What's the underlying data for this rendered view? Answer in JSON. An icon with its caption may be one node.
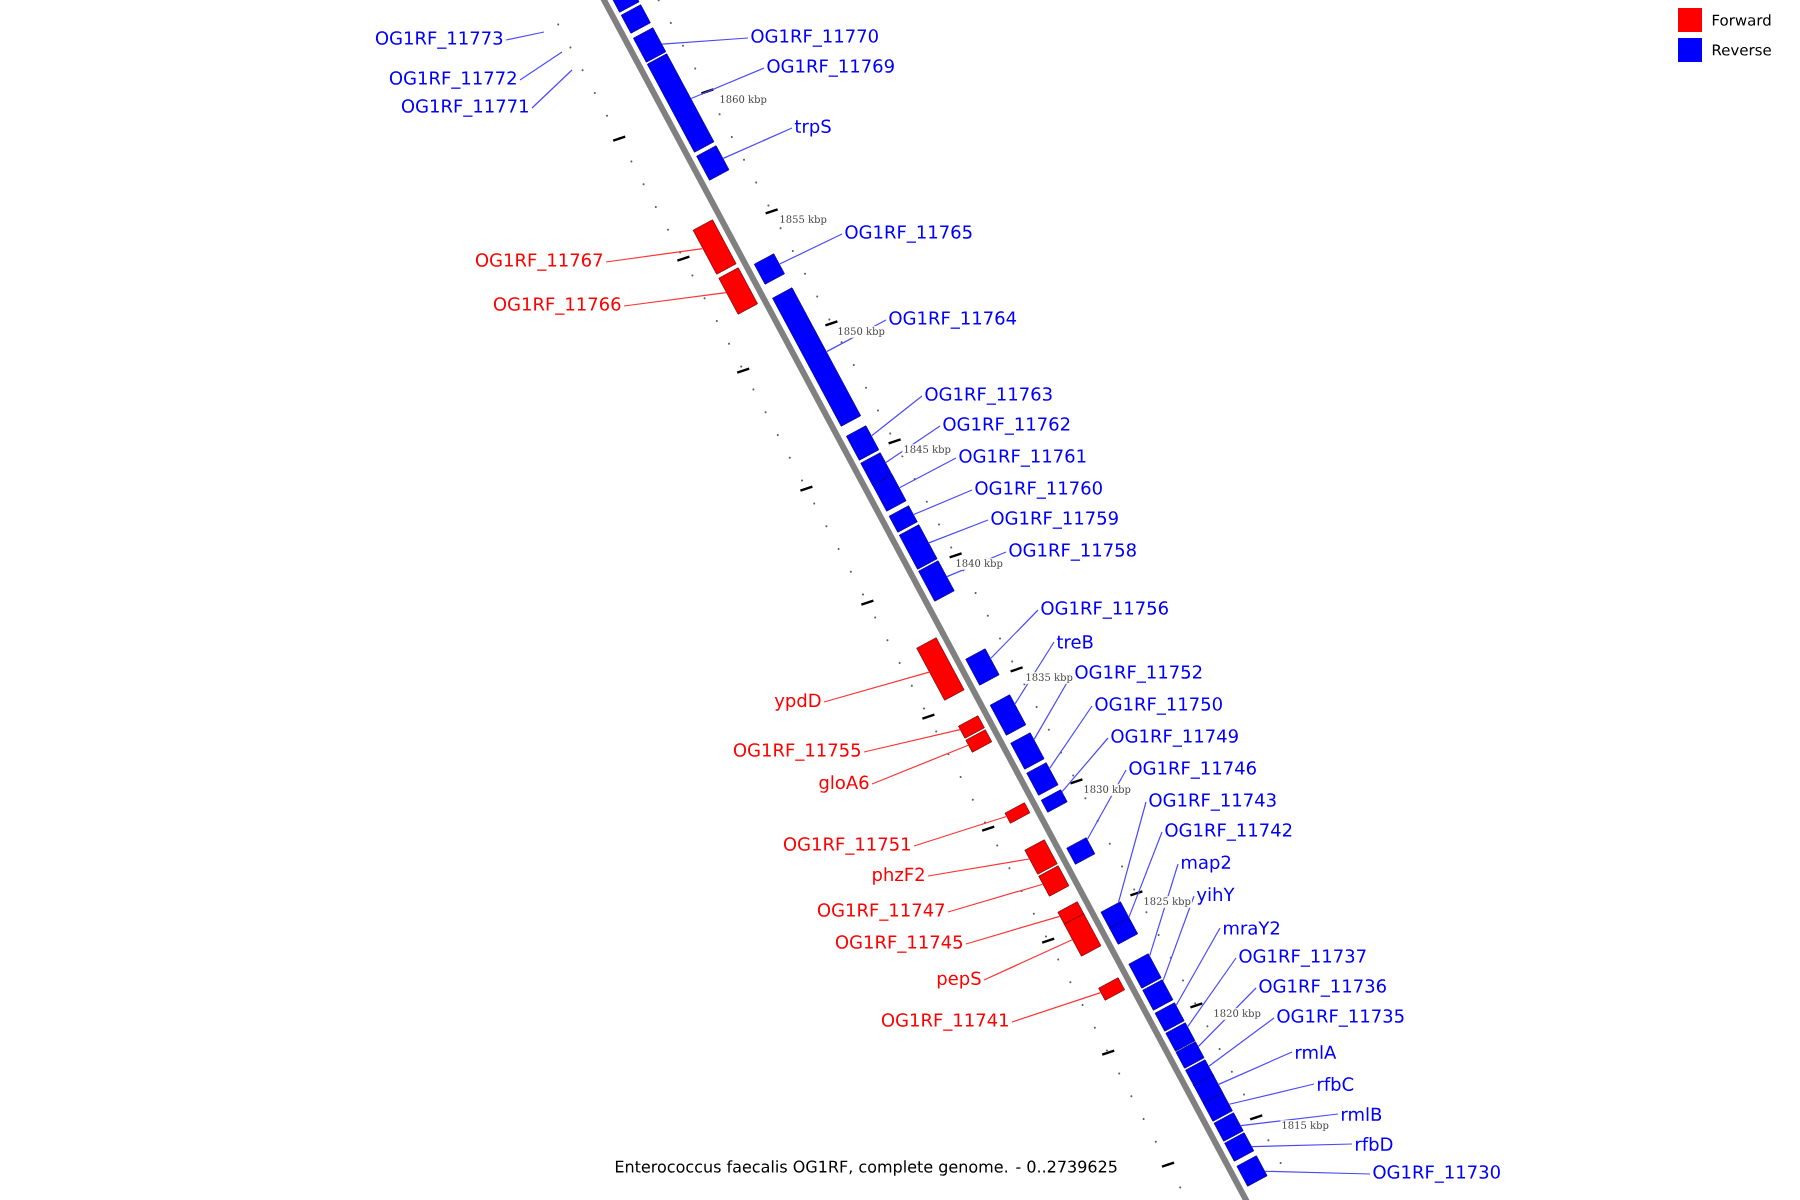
{
  "diagram": {
    "caption": "Enterococcus faecalis OG1RF, complete genome. - 0..2739625",
    "nodes": [
      {
        "text": [
          "OG1RF_11773"
        ]
      },
      {
        "text": [
          "OG1RF_11770"
        ]
      },
      {
        "text": [
          "OG1RF_11772"
        ]
      },
      {
        "text": [
          "OG1RF_11769"
        ]
      },
      {
        "text": [
          "OG1RF_11771"
        ]
      },
      {
        "text": [
          "trpS"
        ]
      },
      {
        "text": [
          "OG1RF_11765"
        ]
      },
      {
        "text": [
          "OG1RF_11767"
        ]
      },
      {
        "text": [
          "OG1RF_11766"
        ]
      },
      {
        "text": [
          "OG1RF_11764"
        ]
      },
      {
        "text": [
          "OG1RF_11763"
        ]
      },
      {
        "text": [
          "OG1RF_11762"
        ]
      },
      {
        "text": [
          "OG1RF_11761"
        ]
      },
      {
        "text": [
          "OG1RF_11760"
        ]
      },
      {
        "text": [
          "OG1RF_11759"
        ]
      },
      {
        "text": [
          "OG1RF_11758"
        ]
      },
      {
        "text": [
          "OG1RF_11756"
        ]
      },
      {
        "text": [
          "treB"
        ]
      },
      {
        "text": [
          "OG1RF_11752"
        ]
      },
      {
        "text": [
          "ypdD"
        ]
      },
      {
        "text": [
          "OG1RF_11750"
        ]
      },
      {
        "text": [
          "OG1RF_11749"
        ]
      },
      {
        "text": [
          "OG1RF_11755"
        ]
      },
      {
        "text": [
          "OG1RF_11746"
        ]
      },
      {
        "text": [
          "gloA6"
        ]
      },
      {
        "text": [
          "OG1RF_11743"
        ]
      },
      {
        "text": [
          "OG1RF_11742"
        ]
      },
      {
        "text": [
          "OG1RF_11751"
        ]
      },
      {
        "text": [
          "map2"
        ]
      },
      {
        "text": [
          "phzF2"
        ]
      },
      {
        "text": [
          "yihY"
        ]
      },
      {
        "text": [
          "OG1RF_11747"
        ]
      },
      {
        "text": [
          "mraY2"
        ]
      },
      {
        "text": [
          "OG1RF_11745"
        ]
      },
      {
        "text": [
          "OG1RF_11737"
        ]
      },
      {
        "text": [
          "pepS"
        ]
      },
      {
        "text": [
          "OG1RF_11736"
        ]
      },
      {
        "text": [
          "OG1RF_11735"
        ]
      },
      {
        "text": [
          "OG1RF_11741"
        ]
      },
      {
        "text": [
          "rmlA"
        ]
      },
      {
        "text": [
          "rfbC"
        ]
      },
      {
        "text": [
          "rmlB"
        ]
      },
      {
        "text": [
          "rfbD"
        ]
      },
      {
        "text": [
          "OG1RF_11730"
        ]
      },
      {
        "text": [],
        "shape": "bar"
      },
      {
        "text": [],
        "shape": "bar"
      },
      {
        "text": [],
        "shape": "bar"
      },
      {
        "text": [],
        "shape": "bar"
      },
      {
        "text": [],
        "shape": "bar"
      },
      {
        "text": [],
        "shape": "bar"
      },
      {
        "text": [],
        "shape": "bar"
      },
      {
        "text": [],
        "shape": "bar"
      },
      {
        "text": [],
        "shape": "bar"
      },
      {
        "text": [],
        "shape": "bar"
      },
      {
        "text": [],
        "shape": "bar"
      },
      {
        "text": [],
        "shape": "bar"
      },
      {
        "text": [],
        "shape": "bar"
      },
      {
        "text": [],
        "shape": "bar"
      },
      {
        "text": [],
        "shape": "bar"
      },
      {
        "text": [],
        "shape": "bar"
      },
      {
        "text": [],
        "shape": "bar"
      },
      {
        "text": [],
        "shape": "bar"
      },
      {
        "text": [],
        "shape": "bar"
      },
      {
        "text": [],
        "shape": "bar"
      },
      {
        "text": [],
        "shape": "bar"
      },
      {
        "text": [],
        "shape": "bar"
      },
      {
        "text": [],
        "shape": "bar"
      },
      {
        "text": [],
        "shape": "bar"
      },
      {
        "text": [],
        "shape": "bar"
      },
      {
        "text": [],
        "shape": "bar"
      },
      {
        "text": [],
        "shape": "bar"
      },
      {
        "text": [],
        "shape": "bar"
      },
      {
        "text": [],
        "shape": "bar"
      },
      {
        "text": [],
        "shape": "bar"
      },
      {
        "text": [],
        "shape": "bar"
      },
      {
        "text": [],
        "shape": "bar"
      },
      {
        "text": [],
        "shape": "bar"
      },
      {
        "text": [],
        "shape": "bar"
      },
      {
        "text": [],
        "shape": "bar"
      },
      {
        "text": [],
        "shape": "bar"
      },
      {
        "text": [],
        "shape": "bar"
      },
      {
        "text": [],
        "shape": "bar"
      },
      {
        "text": [],
        "shape": "bar"
      },
      {
        "text": [],
        "shape": "bar"
      },
      {
        "text": [],
        "shape": "bar"
      },
      {
        "text": [],
        "shape": "bar"
      },
      {
        "text": [],
        "shape": "bar"
      }
    ],
    "edges": [
      {
        "from": 0,
        "to": null,
        "arrow": "none"
      },
      {
        "from": 1,
        "to": 46,
        "arrow": "none"
      },
      {
        "from": 2,
        "to": null,
        "arrow": "none"
      },
      {
        "from": 3,
        "to": 47,
        "arrow": "none"
      },
      {
        "from": 4,
        "to": null,
        "arrow": "none"
      },
      {
        "from": 5,
        "to": 48,
        "arrow": "none"
      },
      {
        "from": 6,
        "to": 50,
        "arrow": "none"
      },
      {
        "from": 7,
        "to": 49,
        "arrow": "none",
        "color": "#ff3333"
      },
      {
        "from": 8,
        "to": 51,
        "arrow": "none",
        "color": "#ff3333"
      },
      {
        "from": 9,
        "to": 52,
        "arrow": "none"
      },
      {
        "from": 10,
        "to": 53,
        "arrow": "none"
      },
      {
        "from": 11,
        "to": 54,
        "arrow": "none"
      },
      {
        "from": 12,
        "to": 55,
        "arrow": "none"
      },
      {
        "from": 13,
        "to": 56,
        "arrow": "none"
      },
      {
        "from": 14,
        "to": 57,
        "arrow": "none"
      },
      {
        "from": 15,
        "to": 58,
        "arrow": "none"
      },
      {
        "from": 16,
        "to": 60,
        "arrow": "none"
      },
      {
        "from": 17,
        "to": 62,
        "arrow": "none"
      },
      {
        "from": 18,
        "to": 64,
        "arrow": "none"
      },
      {
        "from": 19,
        "to": 59,
        "arrow": "none",
        "color": "#ff3333"
      },
      {
        "from": 20,
        "to": 65,
        "arrow": "none"
      },
      {
        "from": 21,
        "to": 67,
        "arrow": "none"
      },
      {
        "from": 22,
        "to": 61,
        "arrow": "none",
        "color": "#ff3333"
      },
      {
        "from": 23,
        "to": 69,
        "arrow": "none"
      },
      {
        "from": 24,
        "to": 63,
        "arrow": "none",
        "color": "#ff3333"
      },
      {
        "from": 25,
        "to": 72,
        "arrow": "none"
      },
      {
        "from": 26,
        "to": 74,
        "arrow": "none"
      },
      {
        "from": 27,
        "to": 66,
        "arrow": "none",
        "color": "#ff3333"
      },
      {
        "from": 28,
        "to": 76,
        "arrow": "none"
      },
      {
        "from": 29,
        "to": 68,
        "arrow": "none",
        "color": "#ff3333"
      },
      {
        "from": 30,
        "to": 77,
        "arrow": "none"
      },
      {
        "from": 31,
        "to": 70,
        "arrow": "none",
        "color": "#ff3333"
      },
      {
        "from": 32,
        "to": 78,
        "arrow": "none"
      },
      {
        "from": 33,
        "to": 71,
        "arrow": "none",
        "color": "#ff3333"
      },
      {
        "from": 34,
        "to": 79,
        "arrow": "none"
      },
      {
        "from": 35,
        "to": 73,
        "arrow": "none",
        "color": "#ff3333"
      },
      {
        "from": 36,
        "to": 80,
        "arrow": "none"
      },
      {
        "from": 37,
        "to": 81,
        "arrow": "none"
      },
      {
        "from": 38,
        "to": 75,
        "arrow": "none",
        "color": "#ff3333"
      },
      {
        "from": 39,
        "to": 82,
        "arrow": "none"
      },
      {
        "from": 40,
        "to": 83,
        "arrow": "none"
      },
      {
        "from": 41,
        "to": 84,
        "arrow": "none"
      },
      {
        "from": 42,
        "to": 85,
        "arrow": "none"
      },
      {
        "from": 43,
        "to": 86,
        "arrow": "none"
      }
    ],
    "labels": [
      "1860 kbp",
      "1855 kbp",
      "1850 kbp",
      "1845 kbp",
      "1840 kbp",
      "1835 kbp",
      "1830 kbp",
      "1825 kbp",
      "1820 kbp",
      "1815 kbp"
    ],
    "legend": [
      {
        "text": "Forward",
        "color": "#ff0000"
      },
      {
        "text": "Reverse",
        "color": "#0000ff"
      }
    ]
  }
}
